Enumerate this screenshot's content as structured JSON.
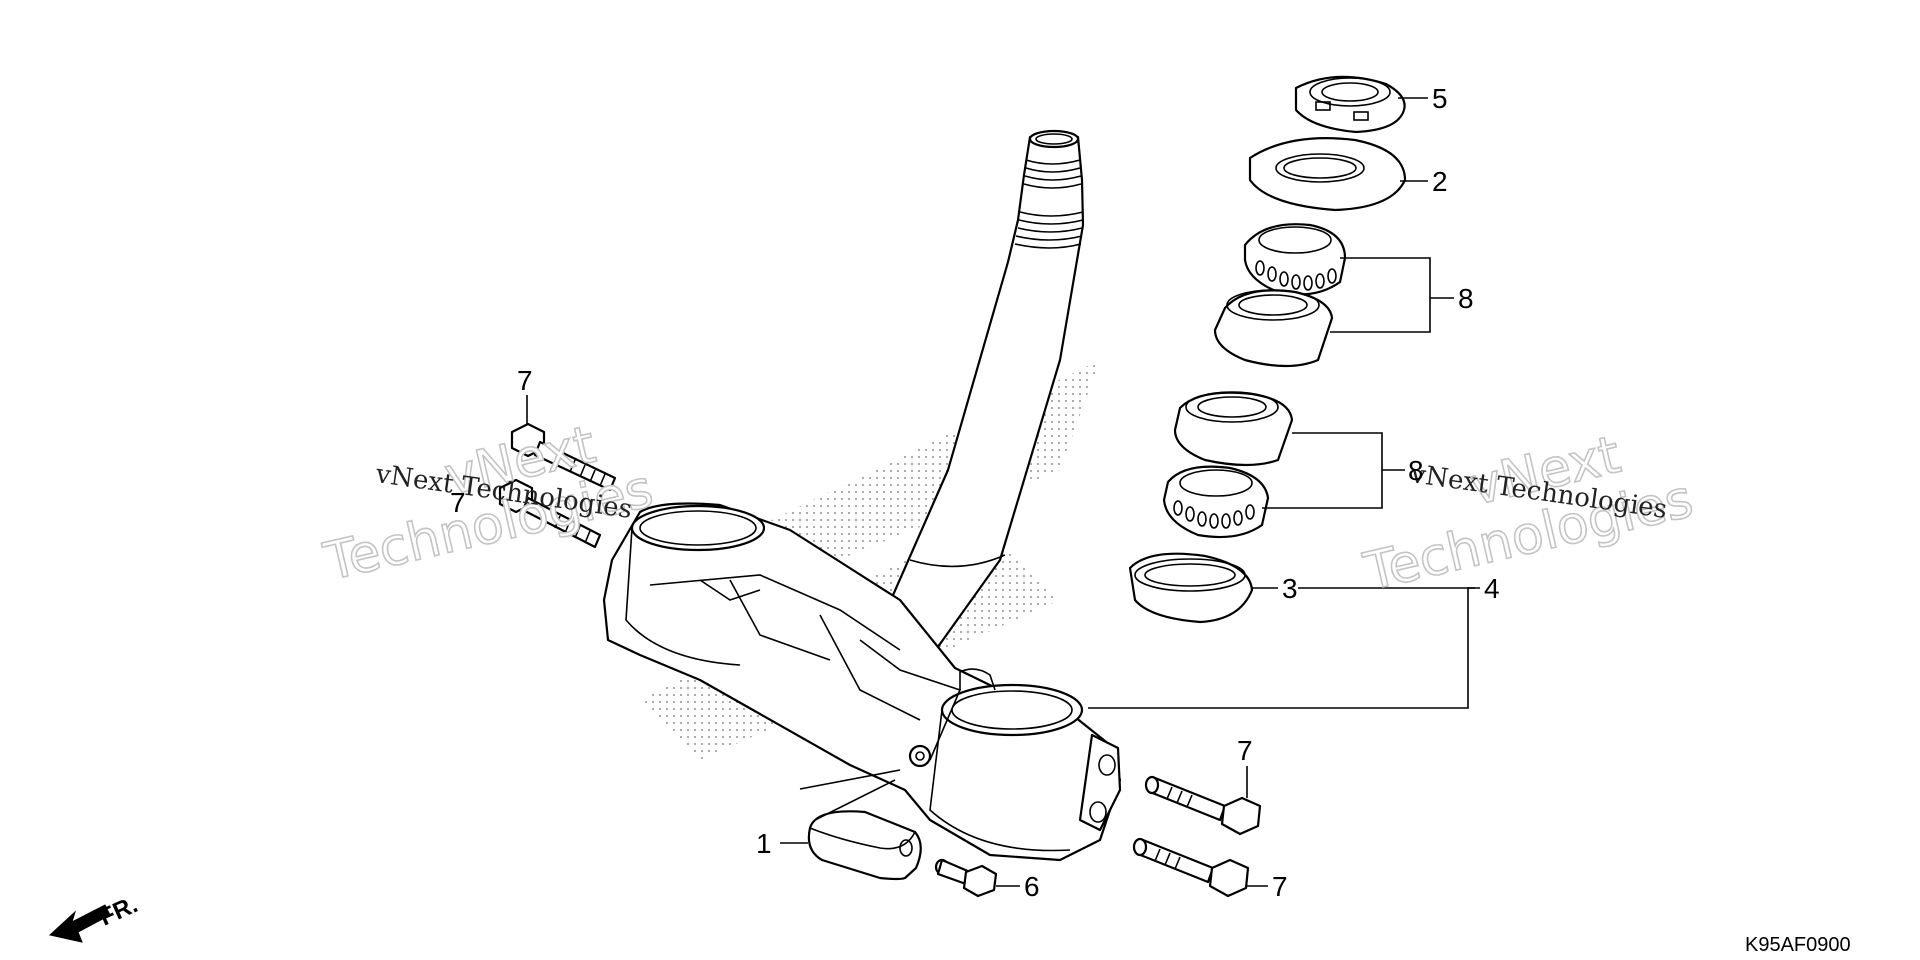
{
  "diagram": {
    "code": "K95AF0900",
    "front_indicator": "FR.",
    "callouts": {
      "c1": "1",
      "c2": "2",
      "c3": "3",
      "c4": "4",
      "c5": "5",
      "c6": "6",
      "c7a": "7",
      "c7b": "7",
      "c7c": "7",
      "c7d": "7",
      "c8a": "8",
      "c8b": "8"
    },
    "watermarks": {
      "brand_big_line1": "vNext",
      "brand_big_line2": "Technologies",
      "brand_small": "vNext Technologies"
    }
  }
}
